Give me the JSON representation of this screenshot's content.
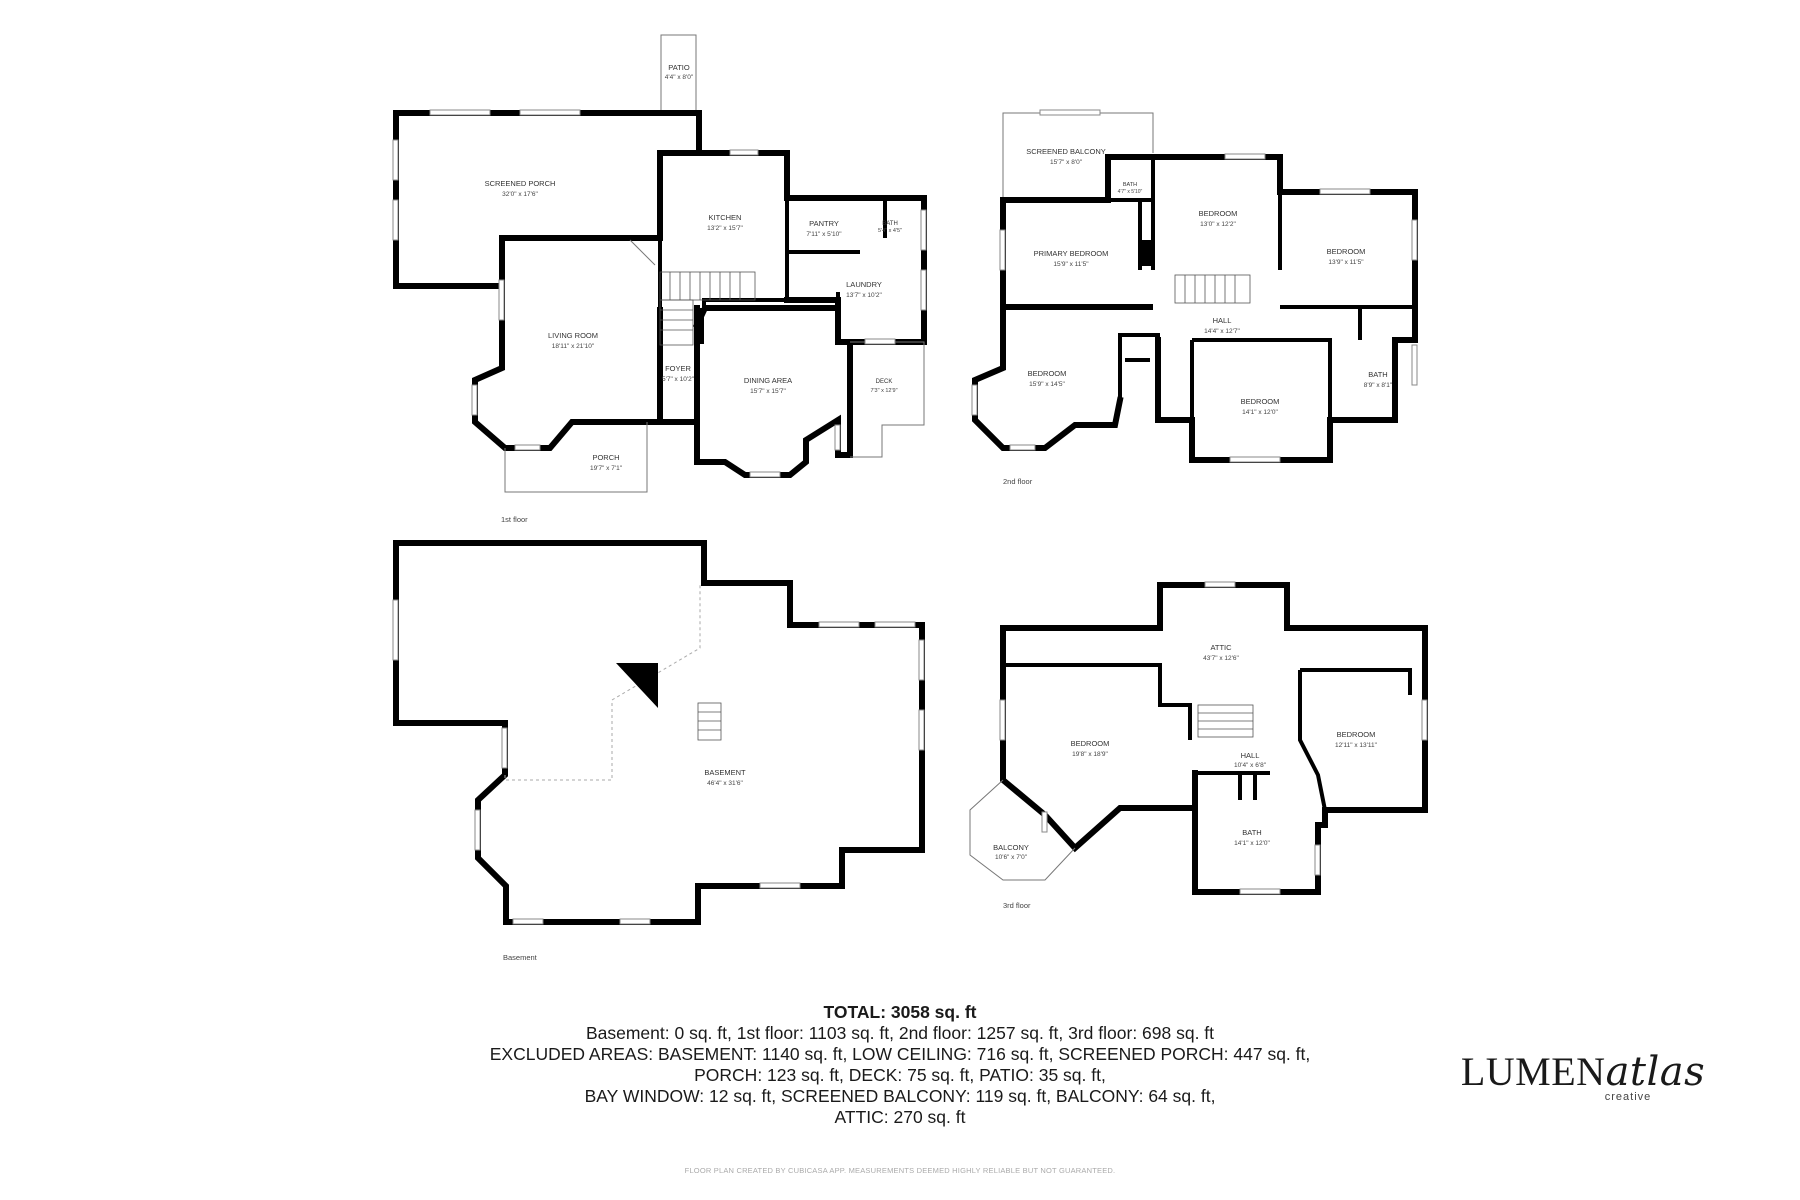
{
  "floors": [
    {
      "name": "1st floor",
      "rooms": [
        {
          "name": "PATIO",
          "dims": "4'4\" x 8'0\""
        },
        {
          "name": "SCREENED PORCH",
          "dims": "32'0\" x 17'6\""
        },
        {
          "name": "KITCHEN",
          "dims": "13'2\" x 15'7\""
        },
        {
          "name": "PANTRY",
          "dims": "7'11\" x 5'10\""
        },
        {
          "name": "BATH",
          "dims": "5'4\" x 4'5\""
        },
        {
          "name": "LAUNDRY",
          "dims": "13'7\" x 10'2\""
        },
        {
          "name": "LIVING ROOM",
          "dims": "18'11\" x 21'10\""
        },
        {
          "name": "FOYER",
          "dims": "5'7\" x 10'2\""
        },
        {
          "name": "DINING AREA",
          "dims": "15'7\" x 15'7\""
        },
        {
          "name": "DECK",
          "dims": "7'3\" x 12'9\""
        },
        {
          "name": "PORCH",
          "dims": "19'7\" x 7'1\""
        }
      ]
    },
    {
      "name": "2nd floor",
      "rooms": [
        {
          "name": "SCREENED BALCONY",
          "dims": "15'7\" x 8'0\""
        },
        {
          "name": "BATH",
          "dims": "4'7\" x 5'10\""
        },
        {
          "name": "BEDROOM",
          "dims": "13'0\" x 12'2\""
        },
        {
          "name": "PRIMARY BEDROOM",
          "dims": "15'9\" x 11'5\""
        },
        {
          "name": "BEDROOM",
          "dims": "13'9\" x 11'5\""
        },
        {
          "name": "HALL",
          "dims": "14'4\" x 12'7\""
        },
        {
          "name": "BEDROOM",
          "dims": "15'9\" x 14'5\""
        },
        {
          "name": "BEDROOM",
          "dims": "14'1\" x 12'0\""
        },
        {
          "name": "BATH",
          "dims": "8'9\" x 8'1\""
        }
      ]
    },
    {
      "name": "Basement",
      "rooms": [
        {
          "name": "BASEMENT",
          "dims": "46'4\" x 31'6\""
        }
      ]
    },
    {
      "name": "3rd floor",
      "rooms": [
        {
          "name": "ATTIC",
          "dims": "43'7\" x 12'6\""
        },
        {
          "name": "BEDROOM",
          "dims": "19'8\" x 18'9\""
        },
        {
          "name": "HALL",
          "dims": "10'4\" x 6'8\""
        },
        {
          "name": "BEDROOM",
          "dims": "12'11\" x 13'11\""
        },
        {
          "name": "BALCONY",
          "dims": "10'6\" x 7'0\""
        },
        {
          "name": "BATH",
          "dims": "14'1\" x 12'0\""
        }
      ]
    }
  ],
  "summary": {
    "total": "TOTAL: 3058 sq. ft",
    "lines": [
      "Basement: 0 sq. ft, 1st floor: 1103 sq. ft, 2nd floor: 1257 sq. ft, 3rd floor: 698 sq. ft",
      "EXCLUDED AREAS: BASEMENT: 1140 sq. ft, LOW CEILING: 716 sq. ft, SCREENED PORCH: 447 sq. ft,",
      "PORCH: 123 sq. ft, DECK: 75 sq. ft, PATIO: 35 sq. ft,",
      "BAY WINDOW: 12 sq. ft, SCREENED BALCONY: 119 sq. ft, BALCONY: 64 sq. ft,",
      "ATTIC: 270 sq. ft"
    ]
  },
  "disclaimer": "FLOOR PLAN CREATED BY CUBICASA APP. MEASUREMENTS DEEMED HIGHLY RELIABLE BUT NOT GUARANTEED.",
  "logo": {
    "word_a": "LUMEN",
    "word_b": "atlas",
    "sub": "creative"
  }
}
